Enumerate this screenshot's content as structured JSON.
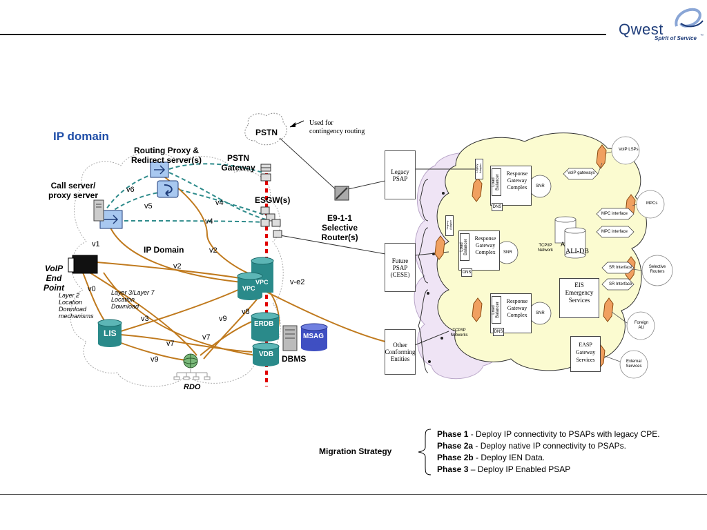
{
  "header": {
    "logo_text": "Qwest",
    "logo_tagline": "Spirit of Service",
    "logo_tm": "™"
  },
  "ip_domain_title": "IP domain",
  "labels": {
    "pstn": "PSTN",
    "pstn_note": [
      "Used for",
      "contingency routing"
    ],
    "routing_proxy": [
      "Routing Proxy &",
      "Redirect server(s)"
    ],
    "pstn_gateway": [
      "PSTN",
      "Gateway"
    ],
    "esgw": "ESGW(s)",
    "call_server": [
      "Call server/",
      "proxy server"
    ],
    "e911": [
      "E9-1-1",
      "Selective",
      "Router(s)"
    ],
    "ip_domain_inner": "IP Domain",
    "voip_end_point": [
      "VoIP",
      "End",
      "Point"
    ],
    "layer2": [
      "Layer 2",
      "Location",
      "Download",
      "mechanisms"
    ],
    "layer37": [
      "Layer 3/Layer 7",
      "Location",
      "Download"
    ],
    "lis": "LIS",
    "vpc": "VPC",
    "vpc_back": "VPC",
    "erdb": "ERDB",
    "vdb": "VDB",
    "msag": "MSAG",
    "dbms": "DBMS",
    "rdo": "RDO"
  },
  "interfaces": {
    "v0": "v0",
    "v1": "v1",
    "v2a": "v2",
    "v2b": "v2",
    "v3": "v3",
    "v4a": "v4",
    "v4b": "v4",
    "v5": "v5",
    "v6": "v6",
    "v7a": "v7",
    "v7b": "v7",
    "v8": "v8",
    "v9a": "v9",
    "v9b": "v9",
    "ve2": "v-e2"
  },
  "psap_network": {
    "legacy_psap": [
      "Legacy",
      "PSAP"
    ],
    "future_psap": [
      "Future",
      "PSAP",
      "(CESE)"
    ],
    "other_entities": [
      "Other",
      "Conforming",
      "Entities"
    ],
    "rgc": [
      "Response",
      "Gateway",
      "Complex"
    ],
    "load_balancer": [
      "Load",
      "Balancer"
    ],
    "legacy_adapter": [
      "Legacy",
      "Adapter"
    ],
    "snr": "SNR",
    "dns": "DNS",
    "voip_gateways": "VoIP gateways",
    "voip_lsps": "VoIP LSPs",
    "mpcs": "MPCs",
    "mpc_interface_1": "MPC interface",
    "mpc_interface_2": "MPC interface",
    "sr_interface_1": "SR Interface",
    "sr_interface_2": "SR Interface",
    "selective_routers": [
      "Selective",
      "Routers"
    ],
    "foreign_ali": [
      "Foreign",
      "ALI"
    ],
    "external_services": [
      "External",
      "Services"
    ],
    "ali_db": "ALI-DB",
    "ali_back": "A",
    "tcpip_network": [
      "TCP/IP",
      "Network"
    ],
    "tcpip_networks": [
      "TCP/IP",
      "Networks"
    ],
    "eis": [
      "EIS",
      "Emergency",
      "Services"
    ],
    "easp": [
      "EASP",
      "Gateway",
      "Services"
    ]
  },
  "migration": {
    "title": "Migration Strategy",
    "phases": [
      {
        "name": "Phase 1",
        "sep": " - ",
        "text": "Deploy IP connectivity to PSAPs with legacy CPE."
      },
      {
        "name": "Phase 2a",
        "sep": " - ",
        "text": "Deploy native IP connectivity to PSAPs."
      },
      {
        "name": "Phase 2b",
        "sep": " - ",
        "text": "Deploy IEN Data."
      },
      {
        "name": "Phase 3",
        "sep": " – ",
        "text": "Deploy IP Enabled PSAP"
      }
    ]
  },
  "colors": {
    "title_blue": "#1f4ea8",
    "qwest_blue": "#1f3d7a",
    "teal_dash": "#2e8b8b",
    "orange_line": "#c07a1e",
    "red_boundary": "#e00000",
    "cloud_lilac": "#efe4f5",
    "yellow_cloud": "#fbfbd0",
    "firewall_orange": "#f0a060",
    "cylinder_teal": "#2a8a8a",
    "msag_blue": "#3f4fc2"
  }
}
